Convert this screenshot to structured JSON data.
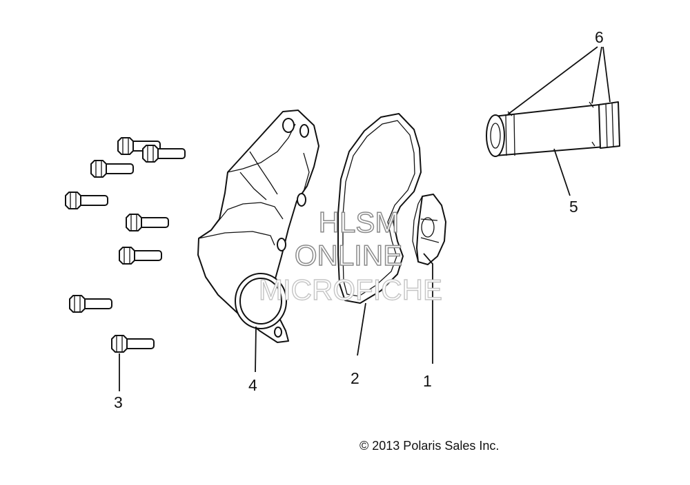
{
  "callouts": [
    {
      "label": "1"
    },
    {
      "label": "2"
    },
    {
      "label": "3"
    },
    {
      "label": "4"
    },
    {
      "label": "5"
    },
    {
      "label": "6"
    }
  ],
  "watermark": {
    "line1": "HLSM",
    "line2": "ONLINE",
    "line3": "MICROFICHE"
  },
  "copyright": "© 2013 Polaris Sales Inc."
}
